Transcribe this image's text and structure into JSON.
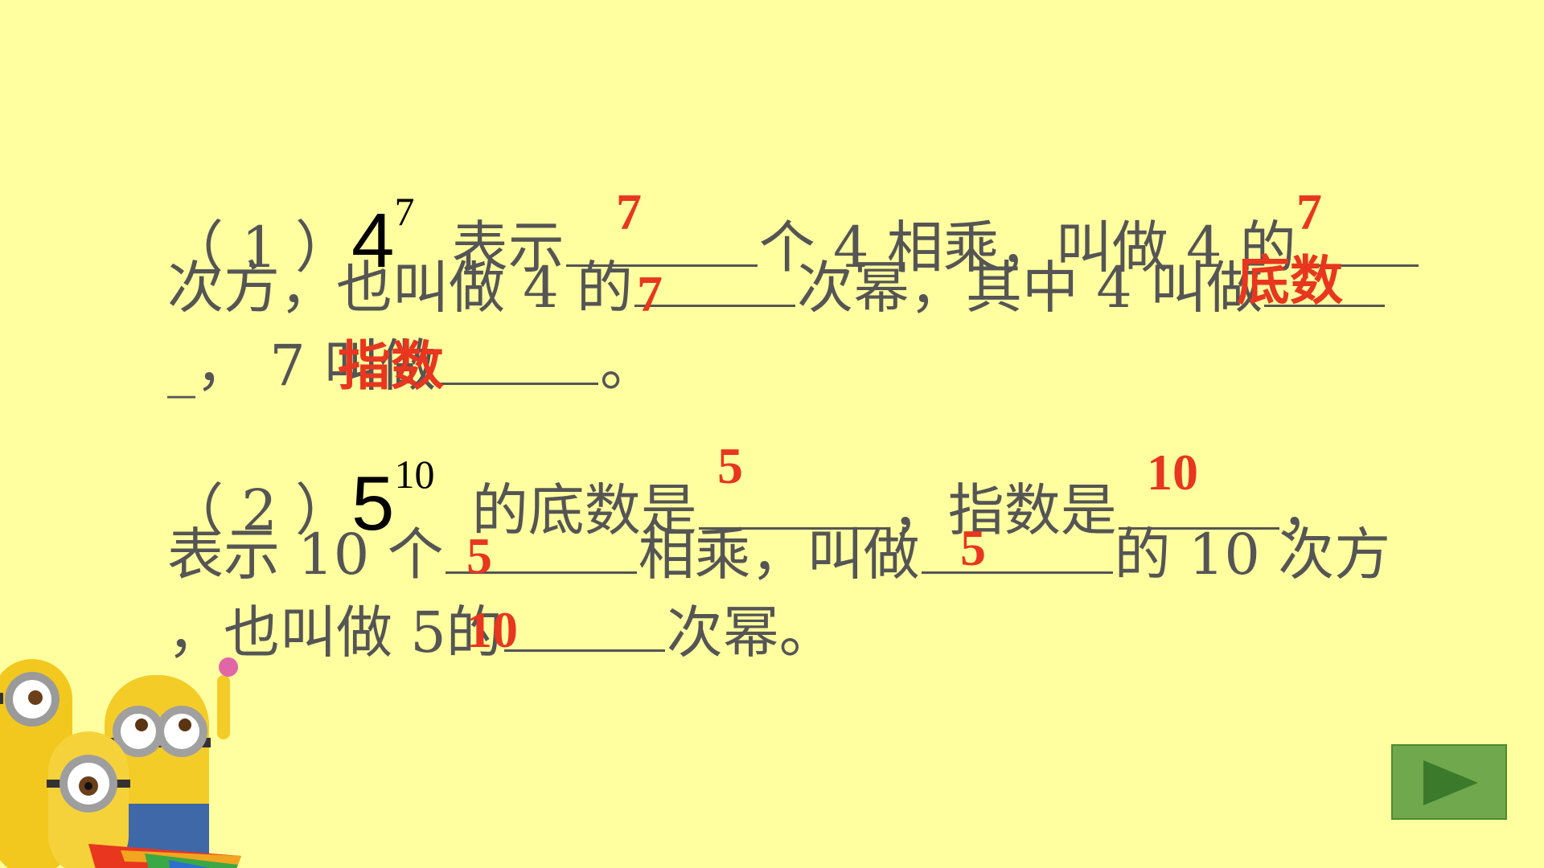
{
  "q1": {
    "num": "（ 1 ）",
    "base": "4",
    "exp": "7",
    "t_a": "表示",
    "t_b": "个 4 相乘，叫做 4 的",
    "t_c": "次方，也叫做 4 的",
    "t_d": "次幂，其中 4 叫做",
    "t_e": "_，  7 叫做",
    "t_f": "。",
    "answers": [
      "7",
      "7",
      "7",
      "底数",
      "指数"
    ]
  },
  "q2": {
    "num": "（ 2 ）",
    "base": "5",
    "exp": "10",
    "t_a": "的底数是",
    "t_b": "，指数是",
    "t_c": "，",
    "t_d": "表示 10 个",
    "t_e": "相乘，叫做",
    "t_f": "的 10 次方",
    "t_g": "，也叫做 5",
    "t_h": "的",
    "t_i": "次幂。",
    "answers": [
      "5",
      "10",
      "5",
      "5",
      "10"
    ]
  },
  "nav": {
    "next_icon": "play-triangle-icon"
  },
  "colors": {
    "background": "#ffff9f",
    "answer": "#e8361f",
    "button": "#6fa84d"
  }
}
